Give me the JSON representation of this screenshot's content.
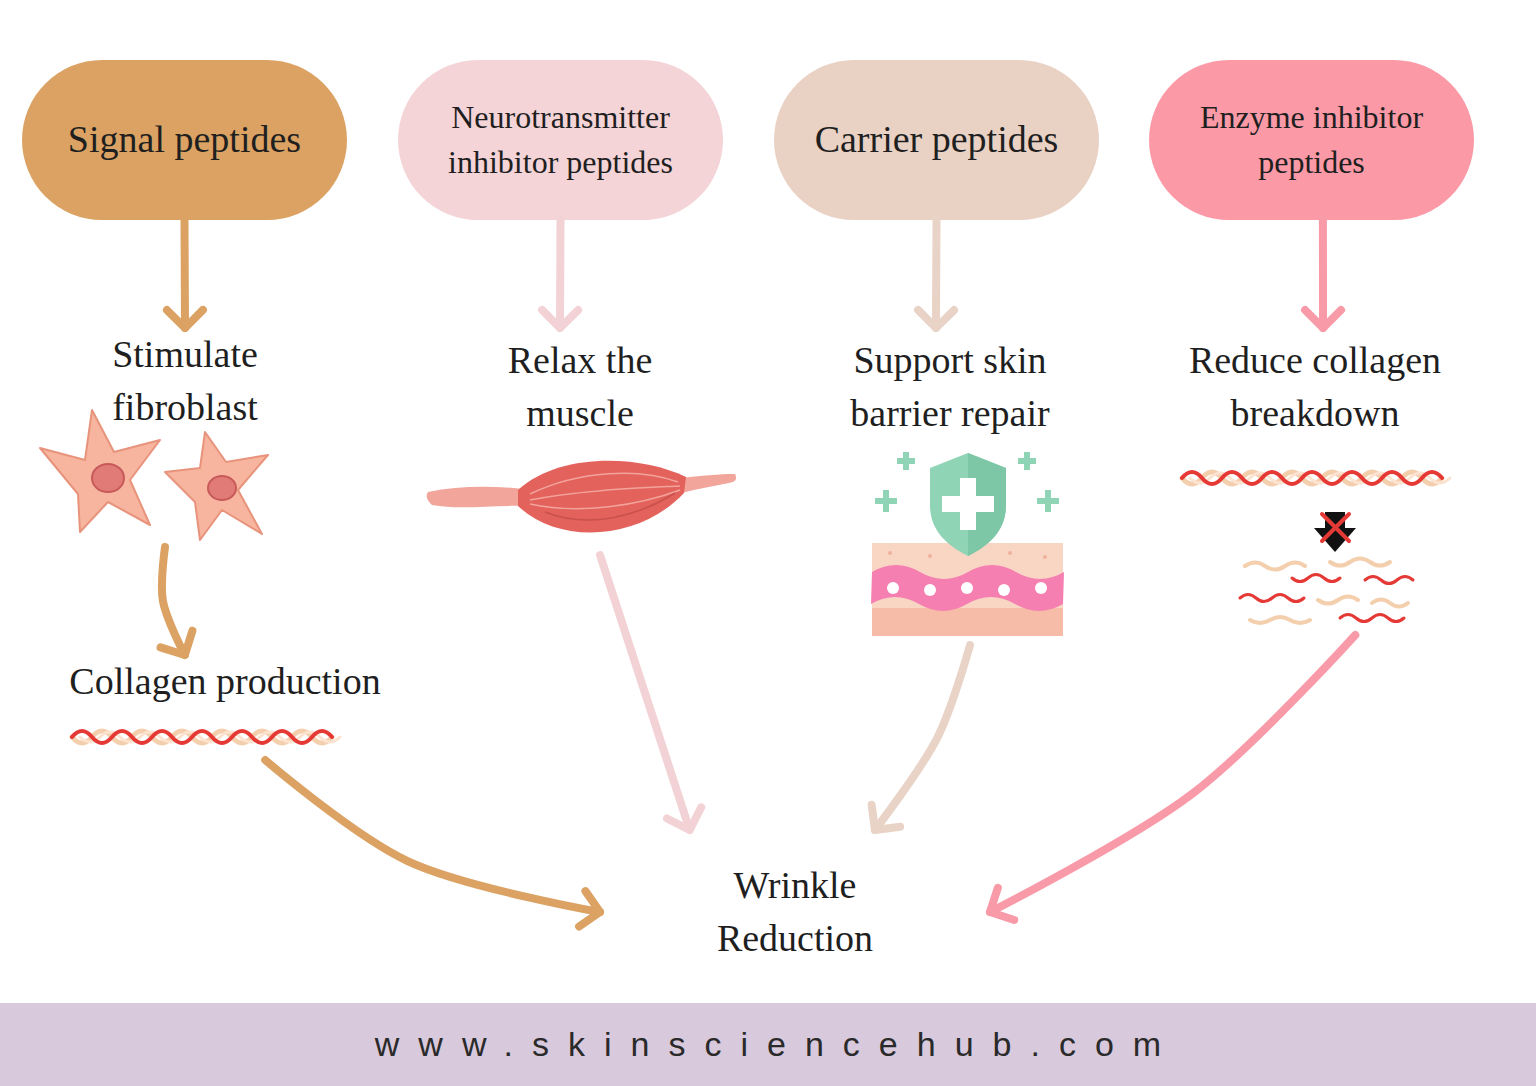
{
  "diagram": {
    "nodes": [
      {
        "text": [
          "Signal peptides"
        ]
      },
      {
        "text": [
          "Neurotransmitter inhibitor peptides"
        ]
      },
      {
        "text": [
          "Carrier peptides"
        ]
      },
      {
        "text": [
          "Enzyme inhibitor peptides"
        ]
      },
      {
        "text": [
          "Stimulate fibroblast"
        ]
      },
      {
        "text": [
          "Relax the muscle"
        ]
      },
      {
        "text": [
          "Support skin barrier repair"
        ]
      },
      {
        "text": [
          "Reduce collagen breakdown"
        ]
      },
      {
        "text": [
          "Collagen production"
        ]
      },
      {
        "text": [
          "Wrinkle Reduction"
        ]
      }
    ],
    "edges": [
      {
        "from": 0,
        "to": 4,
        "arrow": "to"
      },
      {
        "from": 1,
        "to": 5,
        "arrow": "to"
      },
      {
        "from": 2,
        "to": 6,
        "arrow": "to"
      },
      {
        "from": 3,
        "to": 7,
        "arrow": "to"
      },
      {
        "from": 4,
        "to": 8,
        "arrow": "to"
      },
      {
        "from": 8,
        "to": 9,
        "arrow": "to"
      },
      {
        "from": 5,
        "to": 9,
        "arrow": "to"
      },
      {
        "from": 6,
        "to": 9,
        "arrow": "to"
      },
      {
        "from": 7,
        "to": 9,
        "arrow": "to"
      }
    ],
    "labels": [
      "www.skinsciencehub.com"
    ]
  }
}
